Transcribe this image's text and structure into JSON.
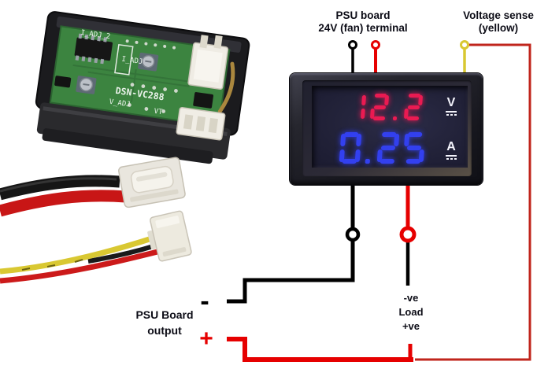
{
  "diagram": {
    "top_left_terminal": {
      "line1": "PSU board",
      "line2": "24V (fan) terminal"
    },
    "top_right_terminal": {
      "line1": "Voltage sense",
      "line2": "(yellow)"
    },
    "load": {
      "neg": "-ve",
      "name": "Load",
      "pos": "+ve"
    },
    "psu_output": {
      "line1": "PSU Board",
      "line2": "output",
      "minus": "-",
      "plus": "+"
    }
  },
  "meter": {
    "voltage": {
      "value": "12.2",
      "unit": "V",
      "color": "#ea1b52"
    },
    "current": {
      "value": "0.25",
      "unit": "A",
      "color": "#3340ef"
    }
  },
  "module": {
    "silkscreen": {
      "top": "I_ADJ_2",
      "mid": "I_ADJ",
      "model": "DSN-VC288",
      "bottom": "V_ADJ",
      "vt": "VT"
    }
  },
  "colors": {
    "wire_black": "#000000",
    "wire_red": "#e60000",
    "wire_yellow": "#d9c832",
    "wire_sense": "#c0251c",
    "pcb_green": "#3c8440"
  }
}
